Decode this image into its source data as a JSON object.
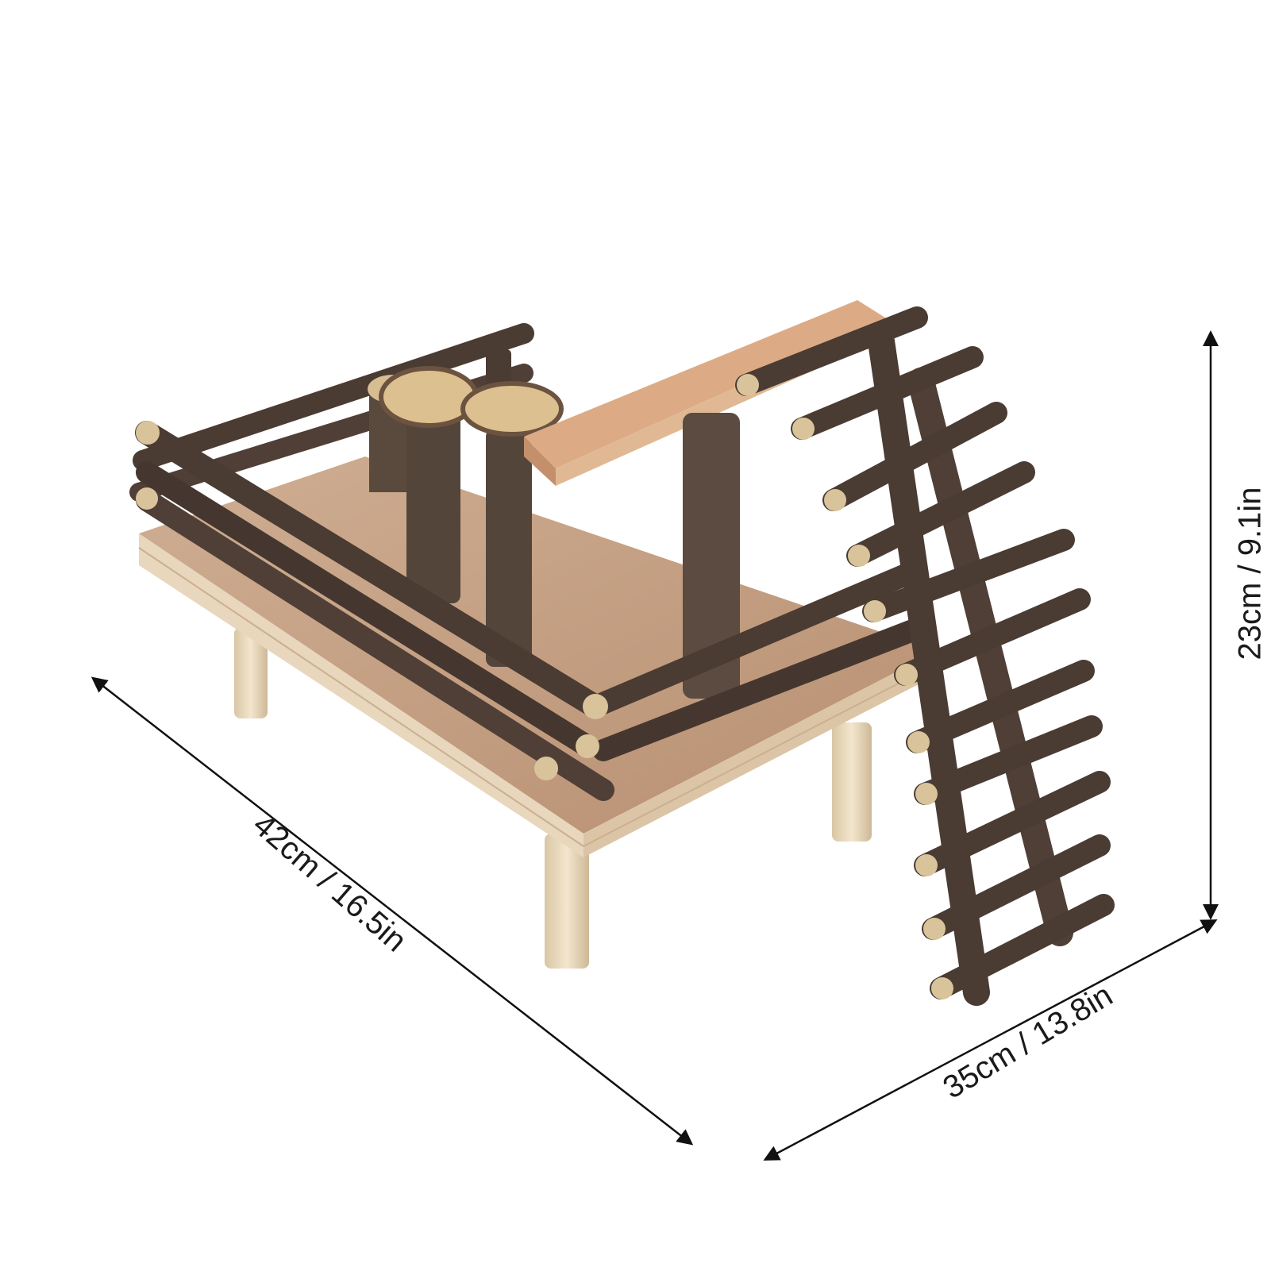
{
  "dimensions": {
    "length": "42cm / 16.5in",
    "width": "35cm / 13.8in",
    "height": "23cm / 9.1in"
  },
  "colors": {
    "background": "#ffffff",
    "plywood": "#c9a488",
    "plywood_edge": "#e6d2b8",
    "branch": "#4a3b33",
    "branch_end": "#dcc79c",
    "plank": "#d9a27c",
    "leg": "#ecdcc0",
    "arrow": "#111111"
  }
}
